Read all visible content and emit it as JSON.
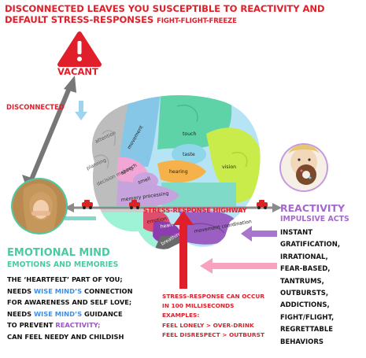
{
  "header": {
    "title_main": "DISCONNECTED LEAVES YOU SUSCEPTIBLE TO REACTIVITY AND",
    "title_line2": "DEFAULT STRESS-RESPONSES",
    "title_small": "FIGHT-FLIGHT-FREEZE"
  },
  "vacant": {
    "label": "VACANT",
    "icon": "warning-triangle-icon"
  },
  "disconnected": {
    "label": "DISCONNECTED"
  },
  "brain": {
    "regions": [
      {
        "name": "attention",
        "color": "#bdbdbd"
      },
      {
        "name": "planning",
        "color": "#bdbdbd"
      },
      {
        "name": "decision making",
        "color": "#bdbdbd"
      },
      {
        "name": "movement",
        "color": "#86c7e8"
      },
      {
        "name": "touch",
        "color": "#5fd3a8"
      },
      {
        "name": "taste",
        "color": "#8fd6ea"
      },
      {
        "name": "vision",
        "color": "#c9ec4a"
      },
      {
        "name": "speech",
        "color": "#f2a6d5"
      },
      {
        "name": "smell",
        "color": "#c9a4df"
      },
      {
        "name": "hearing",
        "color": "#f6b24a"
      },
      {
        "name": "memory processing",
        "color": "#c6a3dd"
      },
      {
        "name": "emotion",
        "color": "#e04d6a"
      },
      {
        "name": "heart rate",
        "color": "#8e3db0"
      },
      {
        "name": "breathing",
        "color": "#6a6a6a"
      },
      {
        "name": "movement coordination",
        "color": "#9b5fc2"
      }
    ],
    "highway_label": "STRESS-RESPONSE HIGHWAY"
  },
  "emotional_mind": {
    "title": "EMOTIONAL MIND",
    "subtitle": "EMOTIONS AND MEMORIES",
    "line1": "THE ‘HEARTFELT’ PART OF YOU;",
    "line2_pre": "NEEDS ",
    "line2_hl": "WISE MIND’S",
    "line2_post": " CONNECTION",
    "line3": "FOR AWARENESS AND SELF LOVE;",
    "line4_pre": "NEEDS ",
    "line4_hl": "WISE MIND’S",
    "line4_post": " GUIDANCE",
    "line5_pre": "TO PREVENT ",
    "line5_hl": "REACTIVITY;",
    "line6": "CAN FEEL NEEDY AND CHILDISH"
  },
  "reactivity": {
    "title": "REACTIVITY",
    "subtitle": "IMPULSIVE ACTS",
    "body": "INSTANT\nGRATIFICATION,\nIRRATIONAL,\nFEAR-BASED,\nTANTRUMS,\nOUTBURSTS,\nADDICTIONS,\nFIGHT/FLIGHT,\nREGRETTABLE\nBEHAVIORS"
  },
  "stress_response": {
    "text": "STRESS-RESPONSE CAN OCCUR\nIN 100 MILLISECONDS\nEXAMPLES:\nFEEL LONELY > OVER-DRINK\nFEEL DISRESPECT > OUTBURST"
  },
  "colors": {
    "red": "#e01f2a",
    "teal": "#4cc9a3",
    "purple": "#a569cc",
    "blue": "#3f8ee3",
    "pink_arrow": "#f7a3bd",
    "purple_arrow": "#a876cf"
  }
}
